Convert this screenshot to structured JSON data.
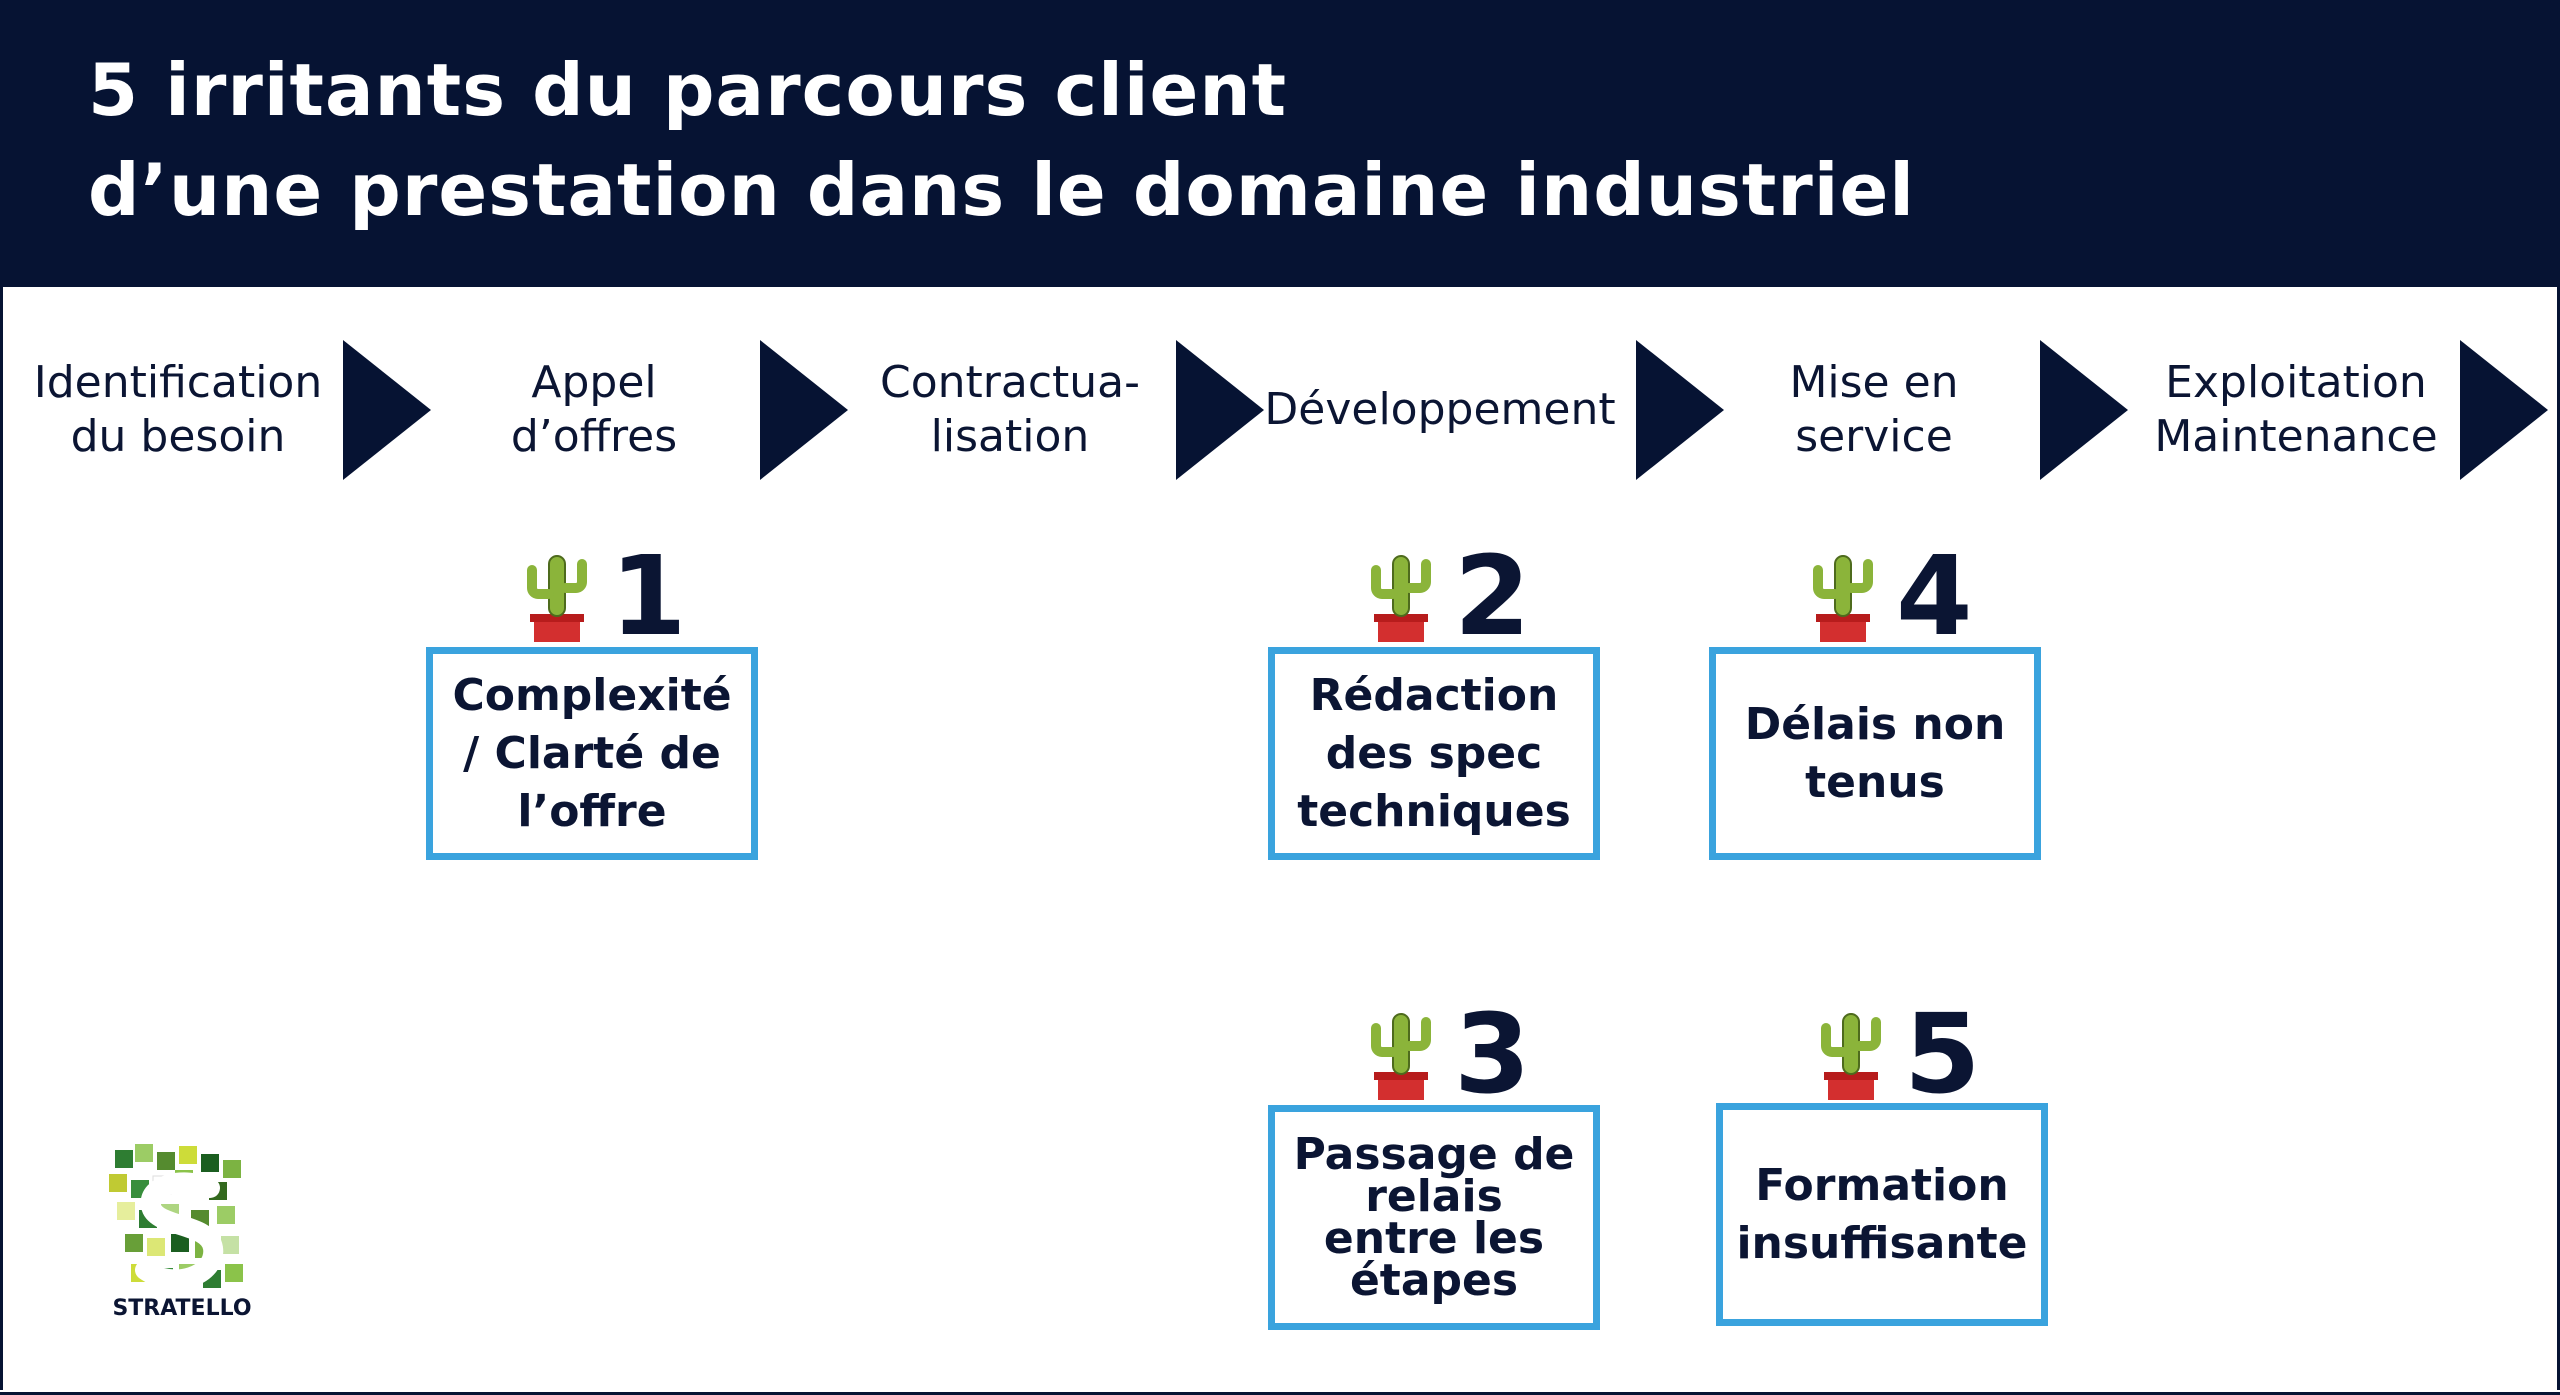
{
  "title": {
    "line1": "5 irritants du parcours client",
    "line2": "d’une prestation dans le domaine industriel"
  },
  "steps": [
    {
      "label": "Identification\ndu  besoin"
    },
    {
      "label": "Appel\nd’offres"
    },
    {
      "label": "Contractua-\nlisation"
    },
    {
      "label": "Développement"
    },
    {
      "label": "Mise en\nservice"
    },
    {
      "label": "Exploitation\nMaintenance"
    }
  ],
  "irritants": [
    {
      "number": "1",
      "text": "Complexité\n/ Clarté de\nl’offre"
    },
    {
      "number": "2",
      "text": "Rédaction\ndes spec\ntechniques"
    },
    {
      "number": "3",
      "text": "Passage de\nrelais\nentre les\nétapes"
    },
    {
      "number": "4",
      "text": "Délais non\ntenus"
    },
    {
      "number": "5",
      "text": "Formation\ninsuffisante"
    }
  ],
  "logo": {
    "text": "STRATELLO"
  },
  "colors": {
    "header": "#061333",
    "text": "#0b1533",
    "box_border": "#3aa3de",
    "cactus": "#8bb43a",
    "pot": "#d32f2f"
  },
  "icons": {
    "cactus": "cactus-icon",
    "arrow": "chevron-arrow"
  }
}
